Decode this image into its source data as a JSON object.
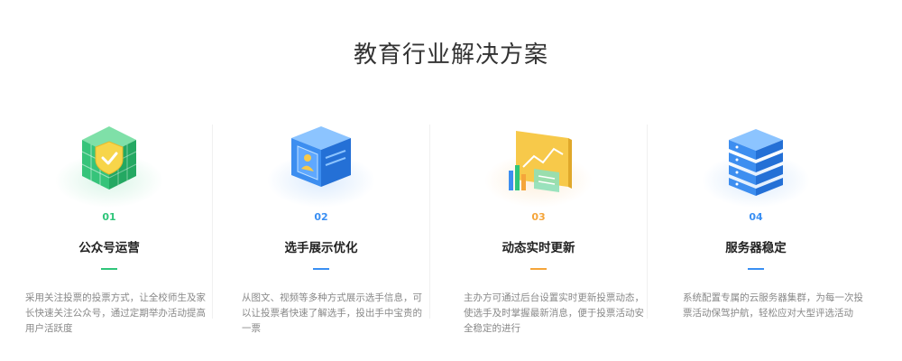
{
  "header": {
    "title": "教育行业解决方案"
  },
  "colors": {
    "green": "#2fc57a",
    "blue": "#3a8ff3",
    "orange": "#f5a53a",
    "blue2": "#3a8ff3"
  },
  "cards": [
    {
      "num": "01",
      "name": "公众号运营",
      "desc": "采用关注投票的投票方式，让全校师生及家长快速关注公众号，通过定期举办活动提高用户活跃度",
      "icon": "wechat-cube-shield-icon"
    },
    {
      "num": "02",
      "name": "选手展示优化",
      "desc": "从图文、视频等多种方式展示选手信息，可以让投票者快速了解选手，投出手中宝贵的一票",
      "icon": "profile-box-icon"
    },
    {
      "num": "03",
      "name": "动态实时更新",
      "desc": "主办方可通过后台设置实时更新投票动态，使选手及时掌握最新消息，便于投票活动安全稳定的进行",
      "icon": "realtime-chart-icon"
    },
    {
      "num": "04",
      "name": "服务器稳定",
      "desc": "系统配置专属的云服务器集群，为每一次投票活动保驾护航，轻松应对大型评选活动",
      "icon": "server-stack-icon"
    }
  ]
}
